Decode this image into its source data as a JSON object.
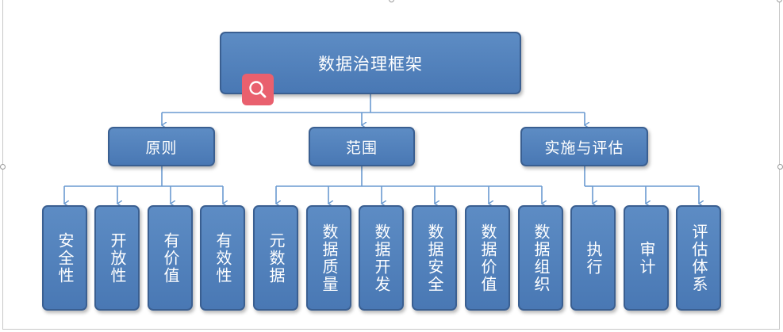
{
  "root": {
    "label": "数据治理框架"
  },
  "categories": [
    {
      "label": "原则",
      "children": [
        "安全性",
        "开放性",
        "有价值",
        "有效性"
      ]
    },
    {
      "label": "范围",
      "children": [
        "元数据",
        "数据质量",
        "数据开发",
        "数据安全",
        "数据价值",
        "数据组织"
      ]
    },
    {
      "label": "实施与评估",
      "children": [
        "执行",
        "审计",
        "评估体系"
      ]
    }
  ],
  "colors": {
    "box_fill": "#5586c0",
    "box_border": "#3a5f91",
    "connector": "#6a9ad0",
    "search_button": "#e9606e"
  },
  "icons": {
    "search": "search-icon"
  }
}
